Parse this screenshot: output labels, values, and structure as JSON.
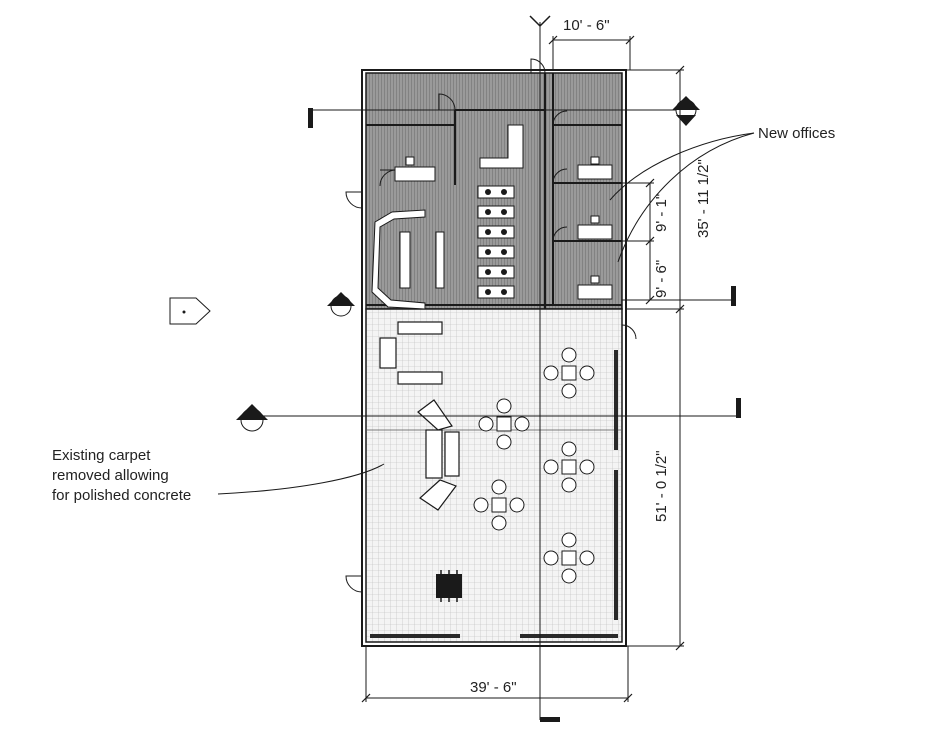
{
  "dimensions": {
    "top_width": "10' - 6\"",
    "office_1": "9' - 1\"",
    "office_2": "9' - 6\"",
    "upper_depth": "35' - 11 1/2\"",
    "lower_depth": "51' - 0 1/2\"",
    "overall_width": "39' - 6\""
  },
  "annotations": {
    "new_offices": "New offices",
    "carpet_line1": "Existing carpet",
    "carpet_line2": "removed allowing",
    "carpet_line3": "for polished concrete"
  },
  "colors": {
    "upper_fill": "#8a8a8a",
    "lower_fill": "#f2f2f2",
    "line": "#1a1a1a"
  },
  "icons": [
    "section-marker-icon",
    "elevation-marker-icon",
    "door-swing-icon",
    "furniture-icon"
  ]
}
